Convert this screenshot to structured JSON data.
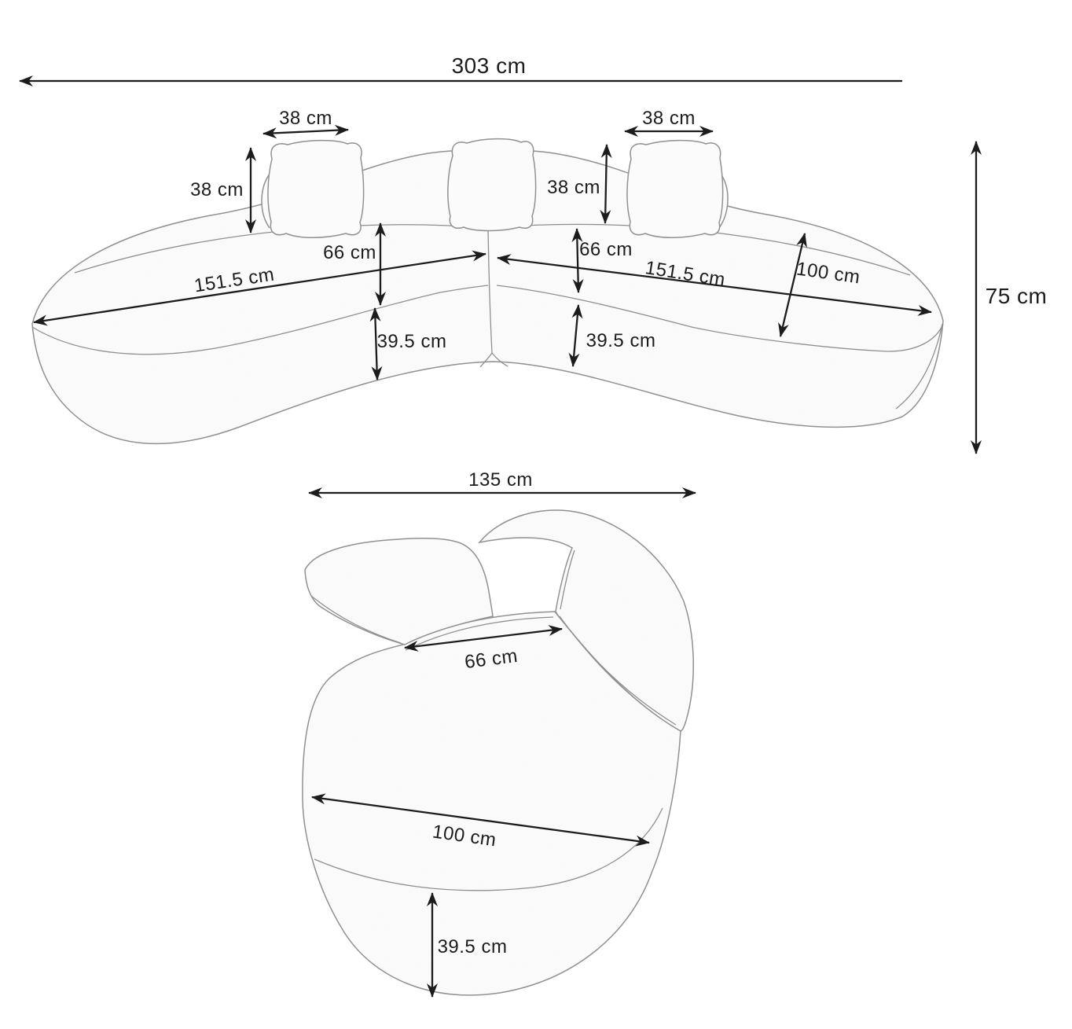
{
  "diagram": {
    "type": "sofa-dimension-diagram",
    "colors": {
      "background": "#ffffff",
      "dimension_line": "#1c1c1c",
      "sofa_outline": "#8f8f8f",
      "sofa_fill": "#fcfcfc",
      "label_text": "#1c1c1c"
    }
  },
  "front_view": {
    "measurements": {
      "overall_width": "303 cm",
      "overall_height": "75 cm",
      "left_pillow_width": "38 cm",
      "left_pillow_height": "38 cm",
      "right_pillow_width": "38 cm",
      "center_pillow_height": "38 cm",
      "left_backrest_height": "66 cm",
      "right_backrest_height": "66 cm",
      "left_section_length": "151.5 cm",
      "right_section_length": "151.5 cm",
      "section_depth": "100 cm",
      "left_base_height": "39.5 cm",
      "right_base_height": "39.5 cm"
    }
  },
  "perspective_view": {
    "measurements": {
      "overall_width": "135 cm",
      "inner_seat_width": "66 cm",
      "seat_depth": "100 cm",
      "base_height": "39.5 cm"
    }
  }
}
